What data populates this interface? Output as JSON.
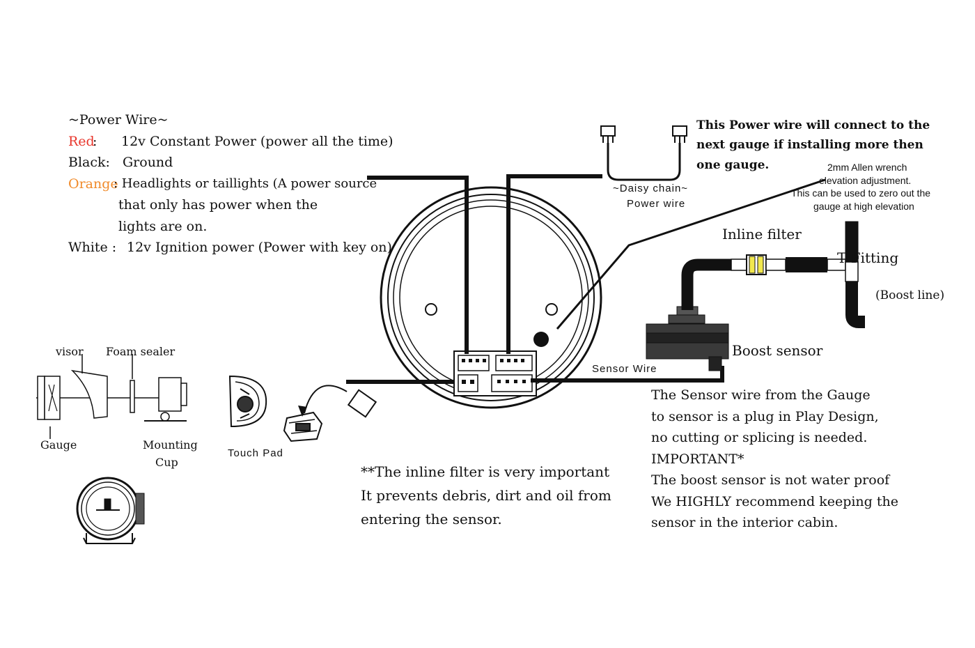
{
  "colors": {
    "red_label": "#e8352b",
    "orange_label": "#f08a2a",
    "filter_yellow": "#f2e84e",
    "line": "#111111"
  },
  "power_wire": {
    "heading": "~Power Wire~",
    "red_label": "Red",
    "red_colon": ":",
    "red_text": "12v Constant Power (power all the time)",
    "black_label": "Black:",
    "black_text": "Ground",
    "orange_label": "Orange",
    "orange_text": ":  Headlights or taillights (A power source",
    "orange_line2": "that only has power when the",
    "orange_line3": "lights are on.",
    "white_label": "White :",
    "white_text": "12v Ignition power (Power with key on)"
  },
  "daisy": {
    "label_line1": "~Daisy chain~",
    "label_line2": "Power wire",
    "note_line1": "This Power wire will connect to the",
    "note_line2": "next gauge if installing more then",
    "note_line3": "one gauge."
  },
  "allen": {
    "line1": "2mm Allen wrench",
    "line2": "elevation adjustment.",
    "line3": "This can be used to zero out the",
    "line4": "gauge at high elevation"
  },
  "plumbing": {
    "inline_filter": "Inline filter",
    "t_fitting": "T Fitting",
    "boost_line": "(Boost line)",
    "boost_sensor": "Boost sensor",
    "sensor_wire": "Sensor Wire"
  },
  "mounting": {
    "visor": "visor",
    "foam_sealer": "Foam sealer",
    "gauge": "Gauge",
    "mounting_line1": "Mounting",
    "mounting_line2": "Cup"
  },
  "touch_pad": "Touch Pad",
  "filter_note": {
    "line1": "**The inline filter is very important",
    "line2": "It prevents debris, dirt and oil from",
    "line3": "entering the sensor."
  },
  "sensor_note": {
    "line1": "The Sensor wire from the Gauge",
    "line2": "to sensor is a plug in Play Design,",
    "line3": "no cutting or splicing is needed.",
    "line4": "IMPORTANT*",
    "line5": "The boost sensor is not water proof",
    "line6": "We HIGHLY recommend keeping the",
    "line7": "sensor in the interior cabin."
  }
}
